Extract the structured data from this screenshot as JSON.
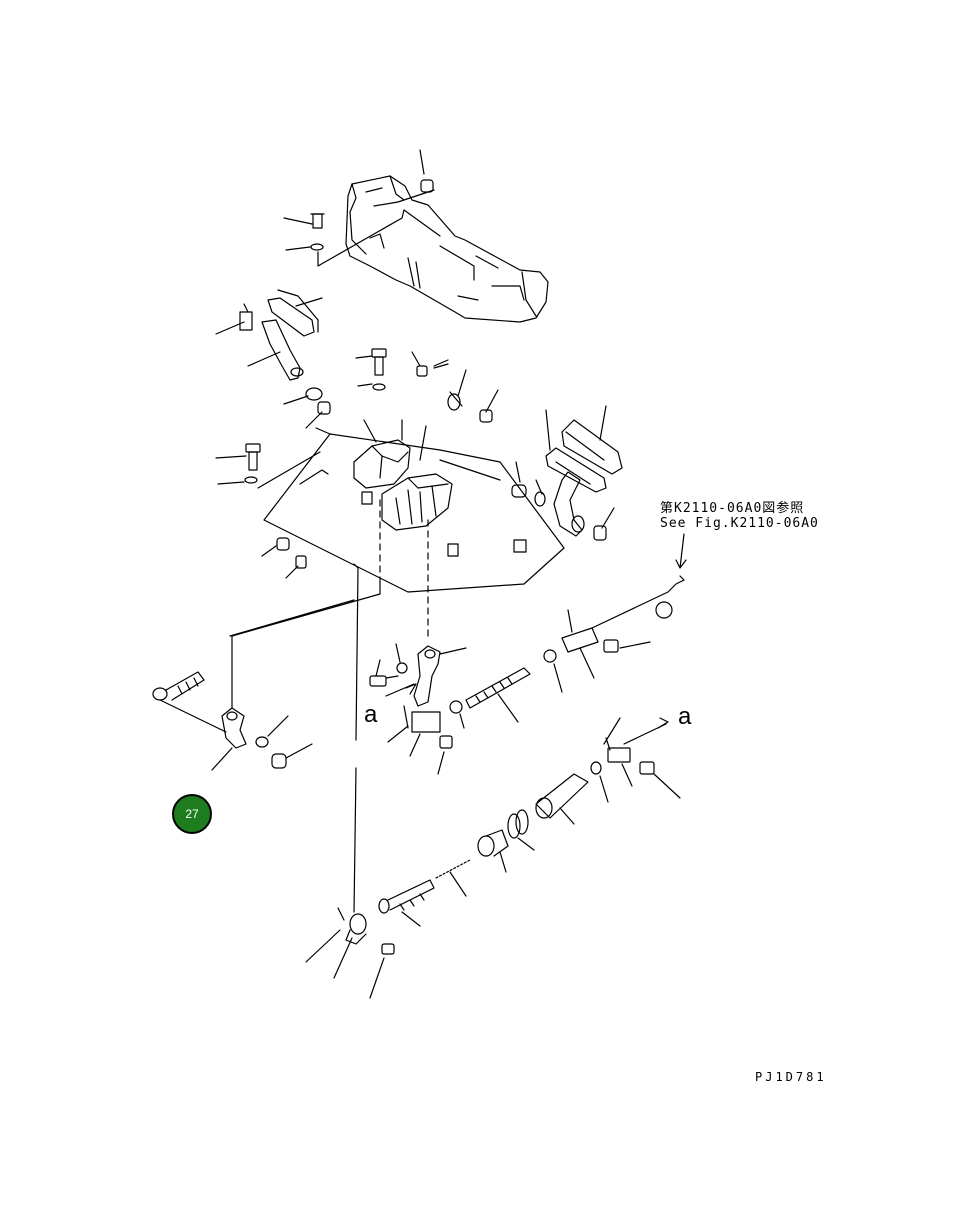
{
  "figure": {
    "reference_note_jp": "第K2110-06A0図参照",
    "reference_note_en": "See Fig.K2110-06A0",
    "arrow_label_left": "a",
    "arrow_label_right": "a",
    "drawing_code": "PJ1D781"
  },
  "badge": {
    "number": "27",
    "color": "#1e7d1e"
  }
}
